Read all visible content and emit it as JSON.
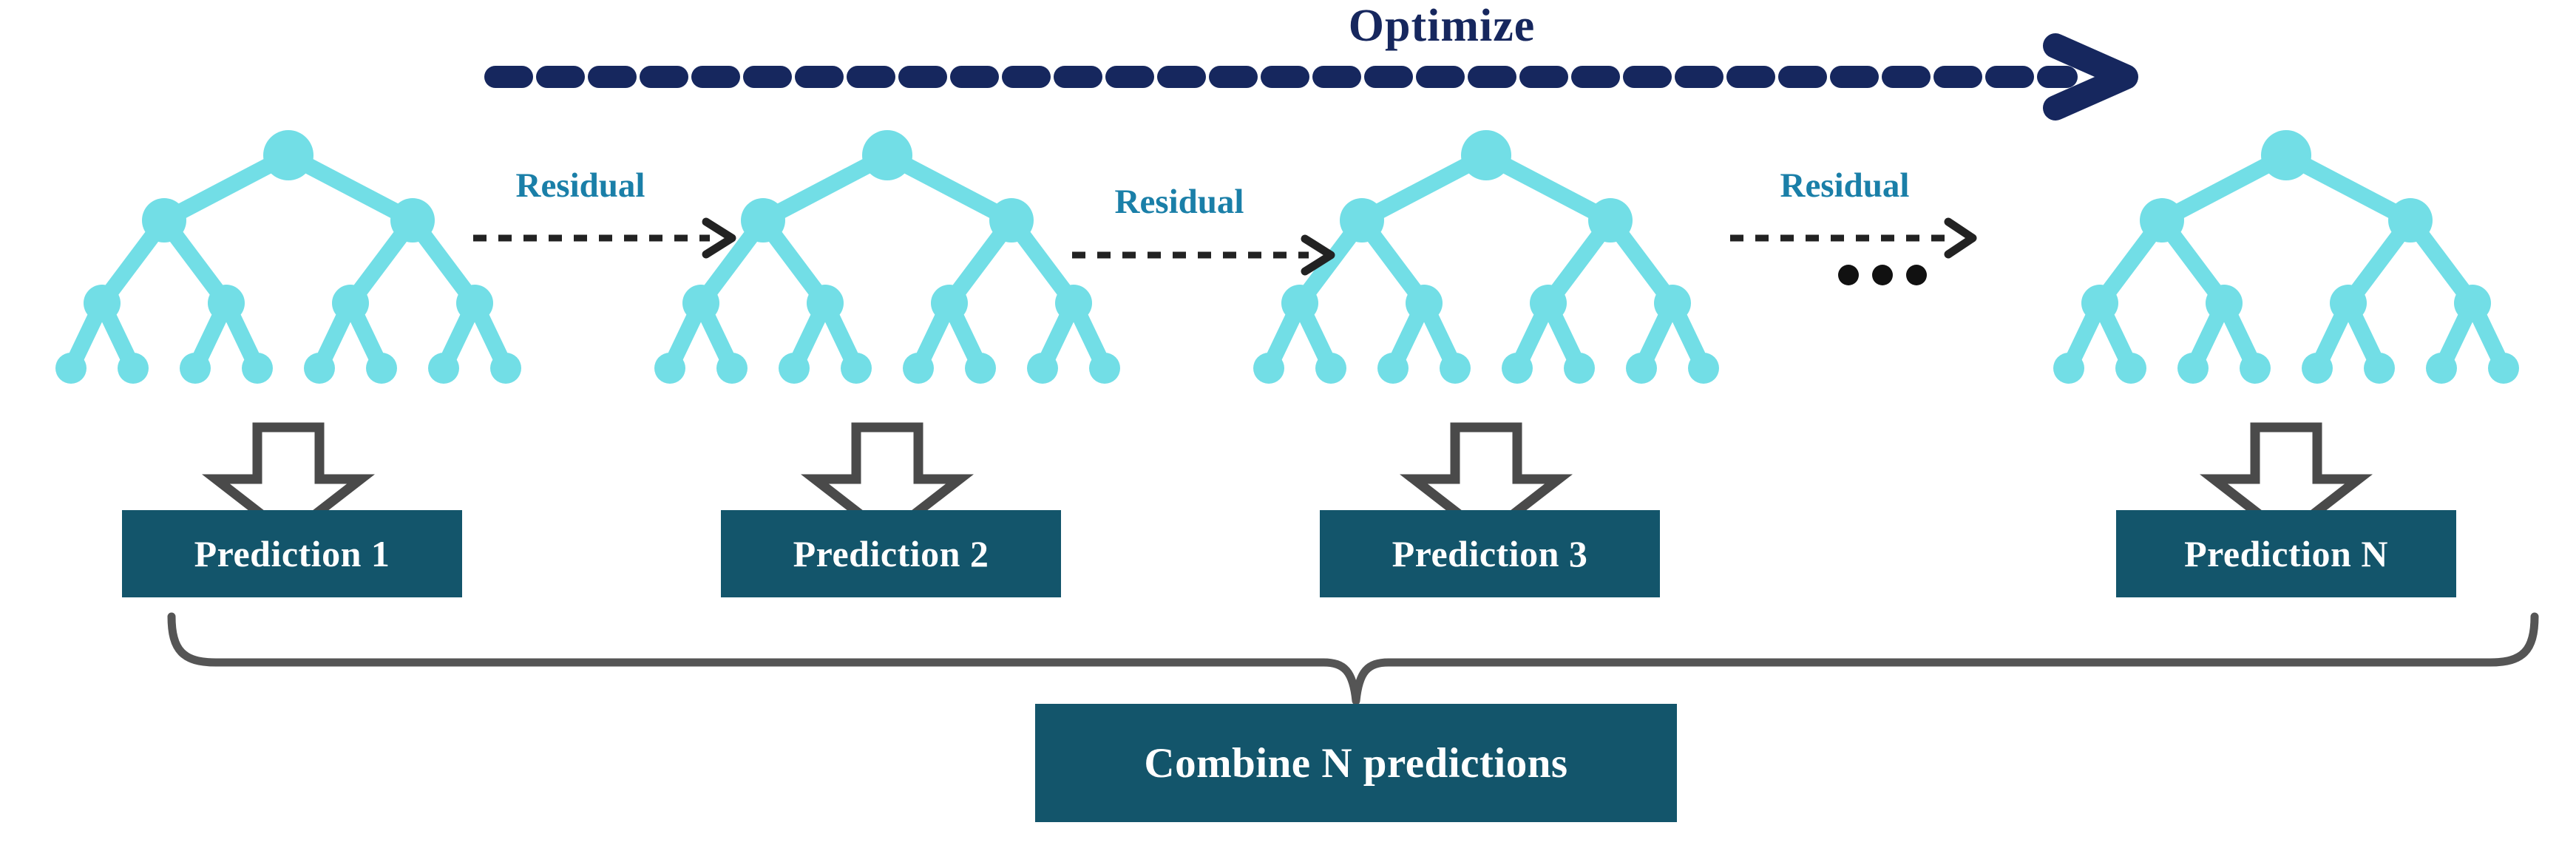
{
  "diagram": {
    "title": "Gradient Boosting Ensemble Flow",
    "background_color": "#ffffff",
    "optimize": {
      "label": "Optimize",
      "color": "#16275E",
      "arrow_style": "thick-dashed-right-arrow",
      "arrow_color": "#16275E"
    },
    "residual_arrows": [
      {
        "label": "Residual",
        "color": "#1A7FA8",
        "arrow_color": "#222222",
        "arrow_style": "thin-dashed-right-arrow"
      },
      {
        "label": "Residual",
        "color": "#1A7FA8",
        "arrow_color": "#222222",
        "arrow_style": "thin-dashed-right-arrow"
      },
      {
        "label": "Residual",
        "color": "#1A7FA8",
        "arrow_color": "#222222",
        "arrow_style": "thin-dashed-right-arrow"
      }
    ],
    "ellipsis": "•••",
    "ellipsis_color": "#111111",
    "trees": [
      {
        "name": "tree-1",
        "node_color": "#72DEE6",
        "levels": 4,
        "leaf_count": 8
      },
      {
        "name": "tree-2",
        "node_color": "#72DEE6",
        "levels": 4,
        "leaf_count": 8
      },
      {
        "name": "tree-3",
        "node_color": "#72DEE6",
        "levels": 4,
        "leaf_count": 8
      },
      {
        "name": "tree-n",
        "node_color": "#72DEE6",
        "levels": 4,
        "leaf_count": 8
      }
    ],
    "down_arrows": [
      {
        "name": "down-arrow-1",
        "stroke": "#4A4A4A",
        "fill": "#ffffff"
      },
      {
        "name": "down-arrow-2",
        "stroke": "#4A4A4A",
        "fill": "#ffffff"
      },
      {
        "name": "down-arrow-3",
        "stroke": "#4A4A4A",
        "fill": "#ffffff"
      },
      {
        "name": "down-arrow-n",
        "stroke": "#4A4A4A",
        "fill": "#ffffff"
      }
    ],
    "predictions": [
      {
        "label": "Prediction 1",
        "bg": "#13556B",
        "fg": "#ffffff"
      },
      {
        "label": "Prediction 2",
        "bg": "#13556B",
        "fg": "#ffffff"
      },
      {
        "label": "Prediction 3",
        "bg": "#13556B",
        "fg": "#ffffff"
      },
      {
        "label": "Prediction N",
        "bg": "#13556B",
        "fg": "#ffffff"
      }
    ],
    "brace": {
      "name": "aggregation-brace",
      "color": "#555555"
    },
    "combine": {
      "label": "Combine N predictions",
      "bg": "#13556B",
      "fg": "#ffffff"
    }
  }
}
